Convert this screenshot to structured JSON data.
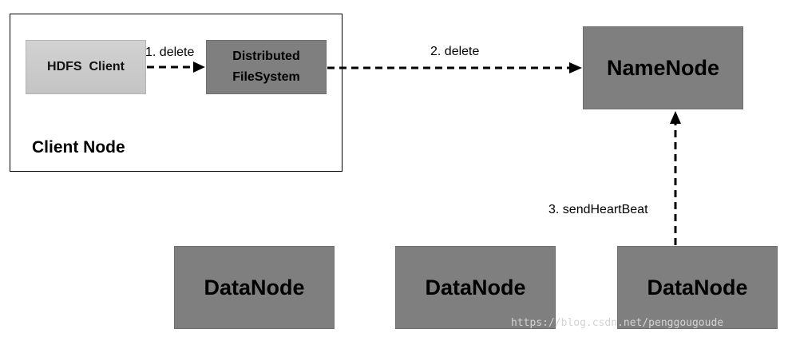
{
  "client_node": {
    "label": "Client Node"
  },
  "hdfs_client": {
    "label": "HDFS  Client"
  },
  "distributed_filesystem": {
    "line1": "Distributed",
    "line2": "FileSystem"
  },
  "namenode": {
    "label": "NameNode"
  },
  "datanodes": [
    {
      "label": "DataNode"
    },
    {
      "label": "DataNode"
    },
    {
      "label": "DataNode"
    }
  ],
  "edges": [
    {
      "label": "1. delete",
      "from": "HDFS  Client",
      "to": "Distributed FileSystem",
      "style": "dashed"
    },
    {
      "label": "2. delete",
      "from": "Distributed FileSystem",
      "to": "NameNode",
      "style": "dashed"
    },
    {
      "label": "3. sendHeartBeat",
      "from": "DataNode",
      "to": "NameNode",
      "style": "dashed"
    }
  ],
  "watermark": "https://blog.csdn.net/penggougoude",
  "colors": {
    "node_fill": "#7f7f7f",
    "client_fill": "#c8c8c8",
    "edge": "#000000"
  }
}
